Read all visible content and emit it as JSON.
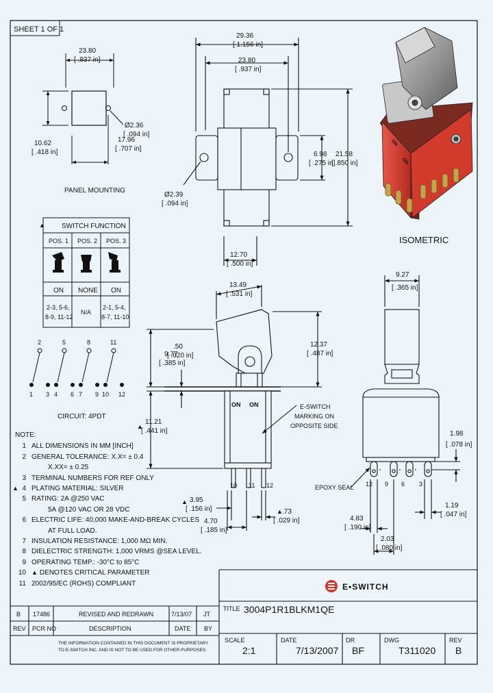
{
  "sheet": "SHEET 1 OF 1",
  "panel": {
    "width_mm": "23.80",
    "width_in": "[ .937 in]",
    "height_mm": "10.62",
    "height_in": "[ .418 in]",
    "hole_mm": "Ø2.36",
    "hole_in": "[ .094 in]",
    "spacing_mm": "17.96",
    "spacing_in": "[ .707 in]",
    "label": "PANEL MOUNTING"
  },
  "top_view": {
    "overall_mm": "29.36",
    "overall_in": "[ 1.156 in]",
    "body_mm": "23.80",
    "body_in": "[ .937 in]",
    "hole_pitch_mm": "6.98",
    "hole_pitch_in": "[ .275 in]",
    "height_mm": "21.58",
    "height_in": "[ .850 in]",
    "hole_mm": "Ø2.39",
    "hole_in": "[ .094 in]",
    "base_mm": "12.70",
    "base_in": "[ .500 in]"
  },
  "isometric_label": "ISOMETRIC",
  "switch_function": {
    "title": "SWITCH FUNCTION",
    "headers": [
      "POS. 1",
      "POS. 2",
      "POS. 3"
    ],
    "states": [
      "ON",
      "NONE",
      "ON"
    ],
    "connections": [
      [
        "2-3, 5-6,",
        "8-9, 11-12"
      ],
      [
        "N/A"
      ],
      [
        "2-1, 5-4,",
        "8-7, 11-10"
      ]
    ]
  },
  "circuit": {
    "top": [
      "2",
      "5",
      "8",
      "11"
    ],
    "bottom": [
      "1",
      "3",
      "4",
      "6",
      "7",
      "9",
      "10",
      "12"
    ],
    "label": "CIRCUIT: 4PDT"
  },
  "side_view": {
    "actuator_mm": "13.49",
    "actuator_in": "[ .531 in]",
    "rise_mm": "9.77",
    "rise_in": "[ .385 in]",
    "plate_mm": ".50",
    "plate_in": "[ .020 in]",
    "top_mm": "12.37",
    "top_in": "[ .487 in]",
    "body_mm": "11.21",
    "body_in": "[ .441 in]",
    "marking_lines": [
      "E-SWITCH",
      "MARKING ON",
      "OPPOSITE SIDE"
    ],
    "term_labels": [
      "10",
      "11",
      "12"
    ],
    "stub_mm": "3.95",
    "stub_in": "[ .156 in]",
    "pitch_mm": "4.70",
    "pitch_in": "[ .185 in]",
    "term_thk_mm": ".73",
    "term_thk_in": "[ .029 in]",
    "on_labels": [
      "ON",
      "ON"
    ]
  },
  "end_view": {
    "width_mm": "9.27",
    "width_in": "[ .365 in]",
    "pin_len_mm": "1.98",
    "pin_len_in": "[ .078 in]",
    "epoxy": "EPOXY SEAL",
    "term_labels": [
      "12",
      "9",
      "6",
      "3"
    ],
    "pin_w_mm": "1.19",
    "pin_w_in": "[ .047 in]",
    "pitch_mm": "4.83",
    "pitch_in": "[ .190 in]",
    "pitch2_mm": "2.03",
    "pitch2_in": "[ .080 in]"
  },
  "notes": {
    "heading": "NOTE:",
    "items": [
      {
        "num": "1",
        "text": "ALL DIMENSIONS IN MM [INCH]"
      },
      {
        "num": "2",
        "text": "GENERAL TOLERANCE: X.X= ± 0.4",
        "cont": "X.XX= ± 0.25"
      },
      {
        "num": "3",
        "text": "TERMINAL NUMBERS FOR REF ONLY"
      },
      {
        "num": "4",
        "text": "PLATING MATERIAL: SILVER",
        "flag": true
      },
      {
        "num": "5",
        "text": "RATING: 2A @250 VAC",
        "cont": "5A @120 VAC OR 28 VDC"
      },
      {
        "num": "6",
        "text": "ELECTRIC LIFE: 40,000 MAKE-AND-BREAK CYCLES",
        "cont": "AT FULL LOAD."
      },
      {
        "num": "7",
        "text": "INSULATION RESISTANCE: 1,000 MΩ MIN."
      },
      {
        "num": "8",
        "text": "DIELECTRIC STRENGTH: 1,000 VRMS @SEA LEVEL."
      },
      {
        "num": "9",
        "text": "OPERATING TEMP.: -30°C to 85°C"
      },
      {
        "num": "10",
        "text": "DENOTES CRITICAL PARAMETER",
        "flag": true
      },
      {
        "num": "11",
        "text": "2002/95/EC (ROHS) COMPLIANT"
      }
    ]
  },
  "title_block": {
    "brand": "E•SWITCH",
    "title_label": "TITLE",
    "title": "3004P1R1BLKM1QE",
    "scale_label": "SCALE",
    "scale": "2:1",
    "date_label": "DATE",
    "date": "7/13/2007",
    "dr_label": "DR",
    "dr": "BF",
    "dwg_label": "DWG",
    "dwg": "T311020",
    "rev_label": "REV",
    "rev": "B"
  },
  "revision_table": {
    "row": {
      "rev": "B",
      "pcr": "17486",
      "desc": "REVISED AND REDRAWN",
      "date": "7/13/07",
      "by": "JT"
    },
    "headers": {
      "rev": "REV",
      "pcr": "PCR NO",
      "desc": "DESCRIPTION",
      "date": "DATE",
      "by": "BY"
    }
  },
  "proprietary": [
    "THE INFORMATION CONTAINED IN THIS DOCUMENT IS PROPRIETARY",
    "TO E-SWITCH INC. AND IS NOT TO BE USED FOR OTHER PURPOSES."
  ],
  "colors": {
    "switch_red": "#d93a2e",
    "actuator": "#9a9a9a",
    "line": "#111111",
    "bg": "#eef5fa"
  }
}
